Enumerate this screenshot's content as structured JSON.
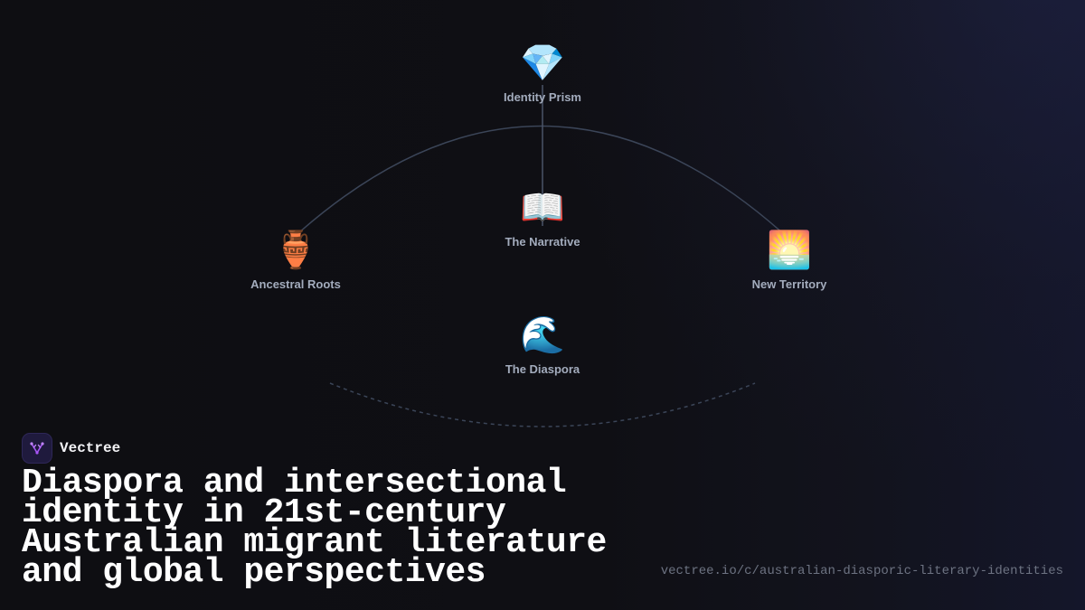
{
  "diagram": {
    "nodes": [
      {
        "id": "identity-prism",
        "emoji": "💎",
        "label": "Identity Prism"
      },
      {
        "id": "the-narrative",
        "emoji": "📖",
        "label": "The Narrative"
      },
      {
        "id": "ancestral-roots",
        "emoji": "🏺",
        "label": "Ancestral Roots"
      },
      {
        "id": "new-territory",
        "emoji": "🌅",
        "label": "New Territory"
      },
      {
        "id": "the-diaspora",
        "emoji": "🌊",
        "label": "The Diaspora"
      }
    ]
  },
  "brand": {
    "name": "Vectree",
    "logo_icon": "vectree-logo-icon",
    "logo_color": "#a855f7"
  },
  "title": "Diaspora and intersectional identity in 21st-century Australian migrant literature and global perspectives",
  "url": "vectree.io/c/australian-diasporic-literary-identities",
  "colors": {
    "background": "#0e0e12",
    "line": "#3b4558",
    "label": "#a3acbd",
    "title": "#ffffff",
    "url": "#6d7382"
  }
}
